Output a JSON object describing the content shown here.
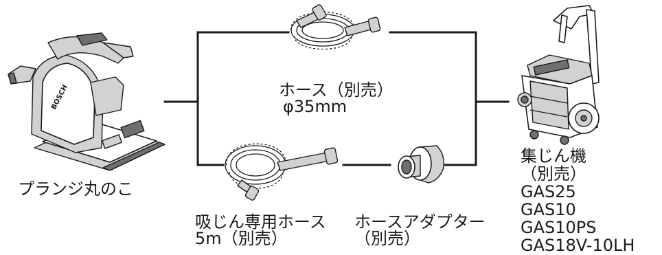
{
  "labels": {
    "saw": "プランジ丸のこ",
    "hose_top_line1": "ホース（別売）",
    "hose_top_line2": "φ35mm",
    "hose_bottom_line1": "吸じん専用ホース",
    "hose_bottom_line2": "5m（別売）",
    "adapter_line1": "ホースアダプター",
    "adapter_line2": "（別売）",
    "vac_line1": "集じん機",
    "vac_line2": "（別売）",
    "vac_models": [
      "GAS25",
      "GAS10",
      "GAS10PS",
      "GAS18V-10LH"
    ]
  },
  "brand_text": "BOSCH",
  "icons": [
    "plunge-saw-icon",
    "coiled-hose-icon",
    "long-coiled-hose-icon",
    "hose-adapter-icon",
    "dust-extractor-icon"
  ]
}
